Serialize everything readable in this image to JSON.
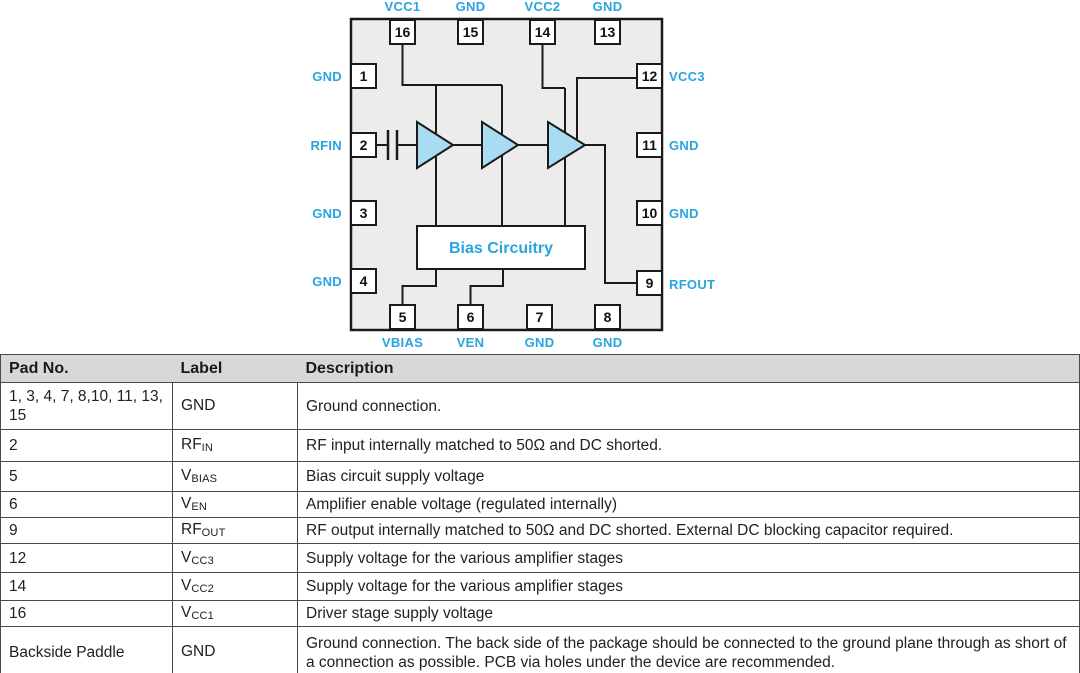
{
  "diagram": {
    "bias_box_label": "Bias Circuitry",
    "top_pins": [
      {
        "number": "16",
        "label": "VCC1"
      },
      {
        "number": "15",
        "label": "GND"
      },
      {
        "number": "14",
        "label": "VCC2"
      },
      {
        "number": "13",
        "label": "GND"
      }
    ],
    "left_pins": [
      {
        "number": "1",
        "label": "GND"
      },
      {
        "number": "2",
        "label": "RFIN"
      },
      {
        "number": "3",
        "label": "GND"
      },
      {
        "number": "4",
        "label": "GND"
      }
    ],
    "right_pins": [
      {
        "number": "12",
        "label": "VCC3"
      },
      {
        "number": "11",
        "label": "GND"
      },
      {
        "number": "10",
        "label": "GND"
      },
      {
        "number": "9",
        "label": "RFOUT"
      }
    ],
    "bottom_pins": [
      {
        "number": "5",
        "label": "VBIAS"
      },
      {
        "number": "6",
        "label": "VEN"
      },
      {
        "number": "7",
        "label": "GND"
      },
      {
        "number": "8",
        "label": "GND"
      }
    ]
  },
  "colors": {
    "pin_label_accent": "#29a4de",
    "package_fill": "#ececec",
    "amp_fill": "#a9dcf2",
    "outline": "#1a1a1a",
    "table_header_bg": "#d8d8d8"
  },
  "table": {
    "headers": [
      "Pad No.",
      "Label",
      "Description"
    ],
    "rows": [
      {
        "pad": "1, 3, 4, 7, 8,10, 11, 13, 15",
        "label_main": "GND",
        "label_sub": "",
        "desc": "Ground connection."
      },
      {
        "pad": "2",
        "label_main": "RF",
        "label_sub": "IN",
        "desc": "RF input internally matched to 50Ω and DC shorted."
      },
      {
        "pad": "5",
        "label_main": "V",
        "label_sub": "BIAS",
        "desc": "Bias circuit supply voltage"
      },
      {
        "pad": "6",
        "label_main": "V",
        "label_sub": "EN",
        "desc": "Amplifier enable voltage (regulated internally)"
      },
      {
        "pad": "9",
        "label_main": "RF",
        "label_sub": "OUT",
        "desc": "RF output internally matched to 50Ω and DC shorted. External DC blocking capacitor required."
      },
      {
        "pad": "12",
        "label_main": "V",
        "label_sub": "CC3",
        "desc": "Supply voltage for the various amplifier stages"
      },
      {
        "pad": "14",
        "label_main": "V",
        "label_sub": "CC2",
        "desc": "Supply voltage for the various amplifier stages"
      },
      {
        "pad": "16",
        "label_main": "V",
        "label_sub": "CC1",
        "desc": "Driver stage supply voltage"
      },
      {
        "pad": "Backside Paddle",
        "label_main": "GND",
        "label_sub": "",
        "desc": "Ground connection. The back side of the package should be connected to the ground plane through as short of a connection as possible. PCB via holes under the device are recommended."
      }
    ]
  }
}
